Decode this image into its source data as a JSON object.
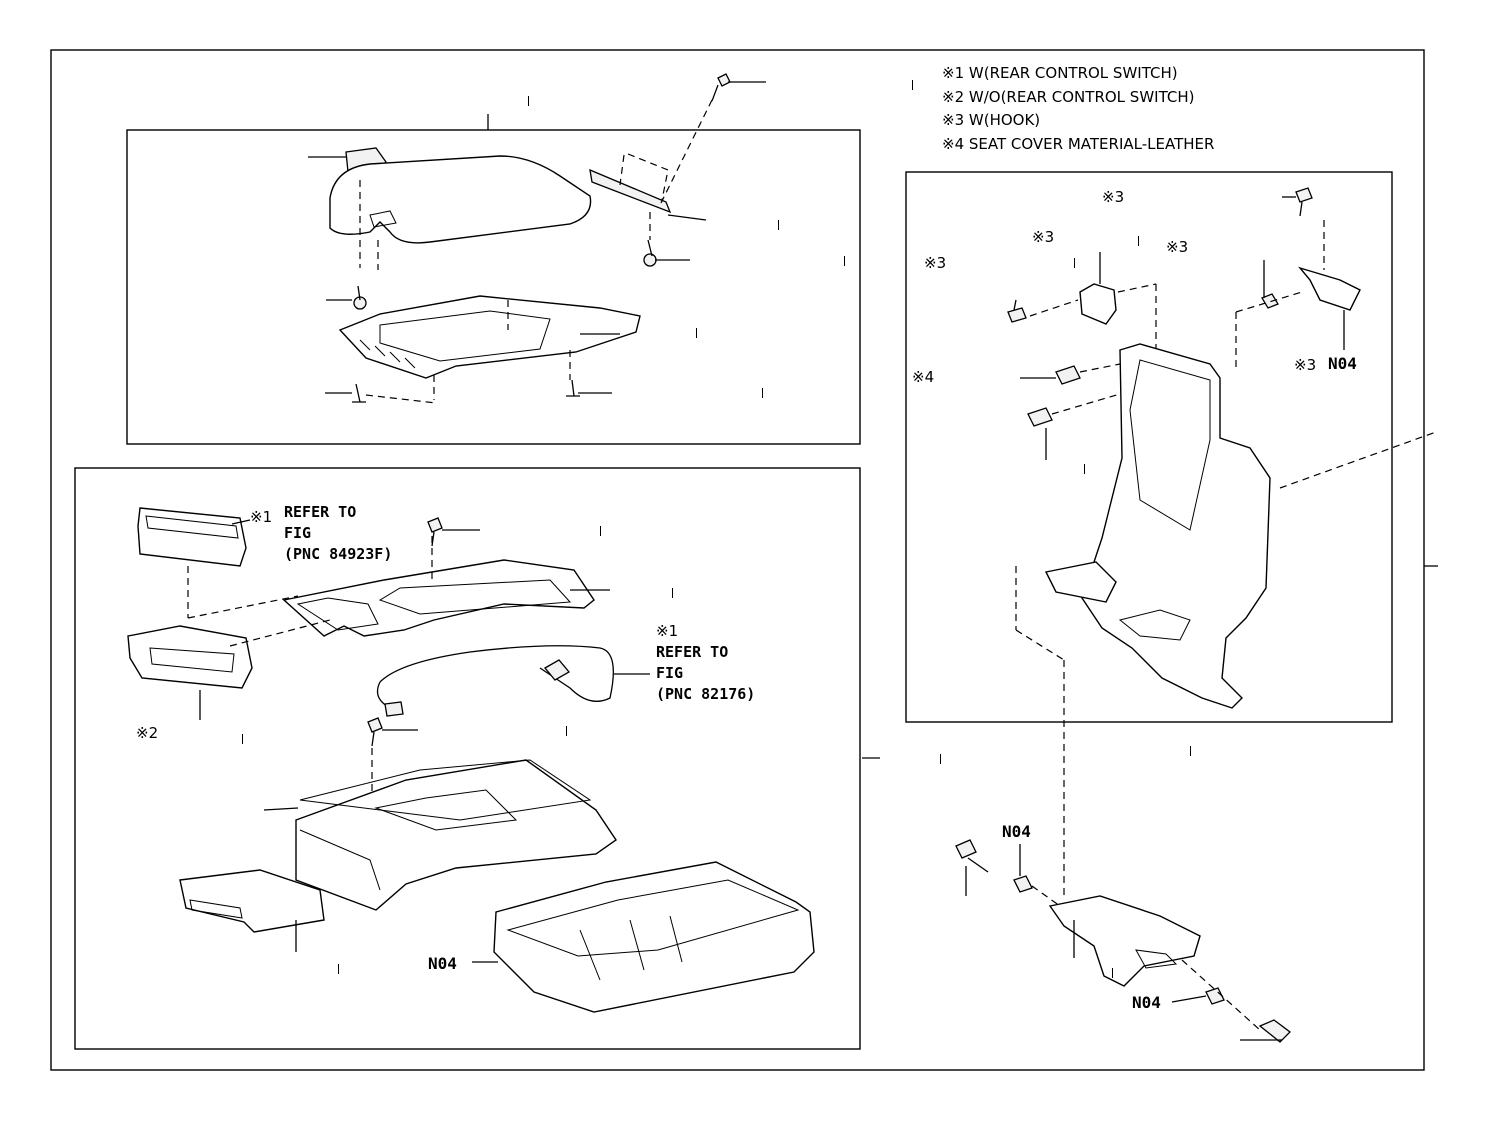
{
  "notes": [
    "※1 W(REAR CONTROL SWITCH)",
    "※2 W/O(REAR CONTROL SWITCH)",
    "※3 W(HOOK)",
    "※4 SEAT COVER MATERIAL-LEATHER"
  ],
  "marks": {
    "m3a": "※3",
    "m3b": "※3",
    "m3c": "※3",
    "m3d": "※3",
    "m4": "※4",
    "m3n04": "※3",
    "m1a": "※1",
    "m1b": "※1",
    "m2": "※2"
  },
  "refs": {
    "ref1": [
      "REFER TO",
      "FIG",
      "(PNC 84923F)"
    ],
    "ref2": [
      "REFER TO",
      "FIG",
      "(PNC 82176)"
    ]
  },
  "codes": {
    "n04_hook": "N04",
    "n04_bracket": "N04",
    "n04_bottom": "N04",
    "n04_tray": "N04"
  }
}
